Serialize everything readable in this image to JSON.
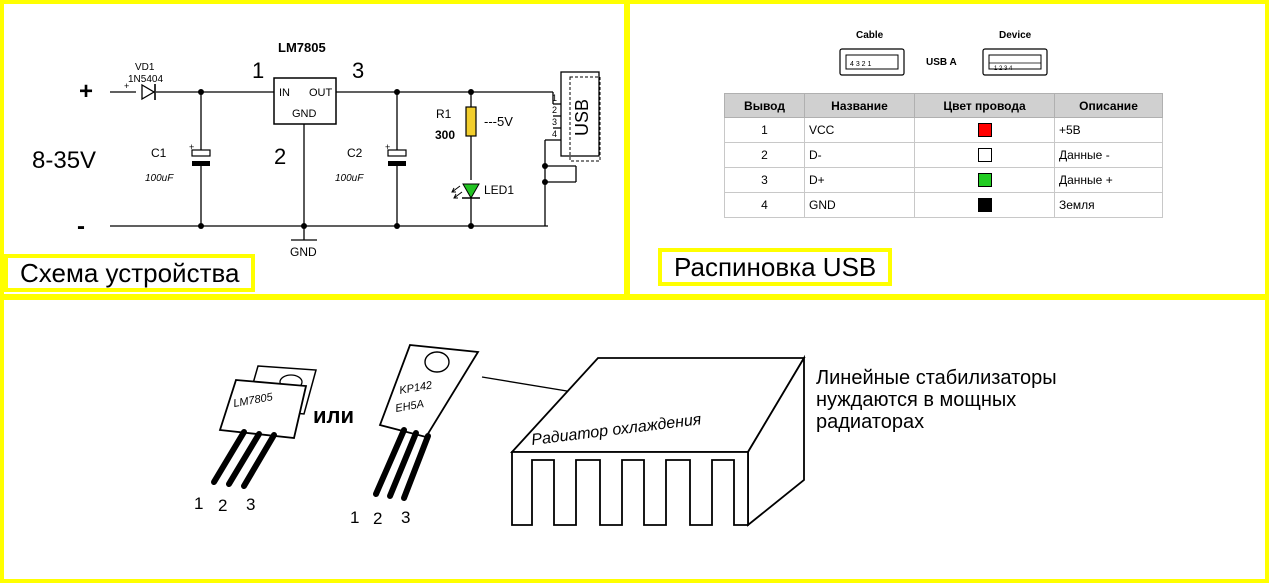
{
  "schematic": {
    "caption": "Схема устройства",
    "regulator": "LM7805",
    "reg_in": "IN",
    "reg_out": "OUT",
    "reg_gnd": "GND",
    "pin_in": "1",
    "pin_out": "3",
    "pin_gnd": "2",
    "plus": "+",
    "minus": "-",
    "voltage": "8-35V",
    "diode_ref": "VD1",
    "diode_part": "1N5404",
    "diode_plus": "+",
    "c1_ref": "C1",
    "c1_value": "100uF",
    "c2_ref": "C2",
    "c2_value": "100uF",
    "cap_plus": "+",
    "r1_ref": "R1",
    "r1_value": "300",
    "out_label": "---5V",
    "led_ref": "LED1",
    "gnd_label": "GND",
    "usb_label": "USB",
    "usb_pins": [
      "1",
      "2",
      "3",
      "4"
    ]
  },
  "pinout": {
    "caption": "Распиновка USB",
    "cable_label": "Cable",
    "device_label": "Device",
    "connector_label": "USB A",
    "cable_pins": "4 3 2 1",
    "device_pins": "1 2 3 4",
    "headers": [
      "Вывод",
      "Название",
      "Цвет провода",
      "Описание"
    ],
    "rows": [
      {
        "pin": "1",
        "name": "VCC",
        "color": "#ff0000",
        "desc": "+5В"
      },
      {
        "pin": "2",
        "name": "D-",
        "color": "#ffffff",
        "desc": "Данные -"
      },
      {
        "pin": "3",
        "name": "D+",
        "color": "#22cc22",
        "desc": "Данные +"
      },
      {
        "pin": "4",
        "name": "GND",
        "color": "#000000",
        "desc": "Земля"
      }
    ]
  },
  "packages": {
    "pkg1_label": "LM7805",
    "or_label": "или",
    "pkg2_line1": "KP142",
    "pkg2_line2": "EH5A",
    "pin_numbers": [
      "1",
      "2",
      "3"
    ],
    "heatsink_label": "Радиатор охлаждения",
    "note_lines": [
      "Линейные стабилизаторы",
      "нуждаются в мощных",
      "радиаторах"
    ]
  }
}
